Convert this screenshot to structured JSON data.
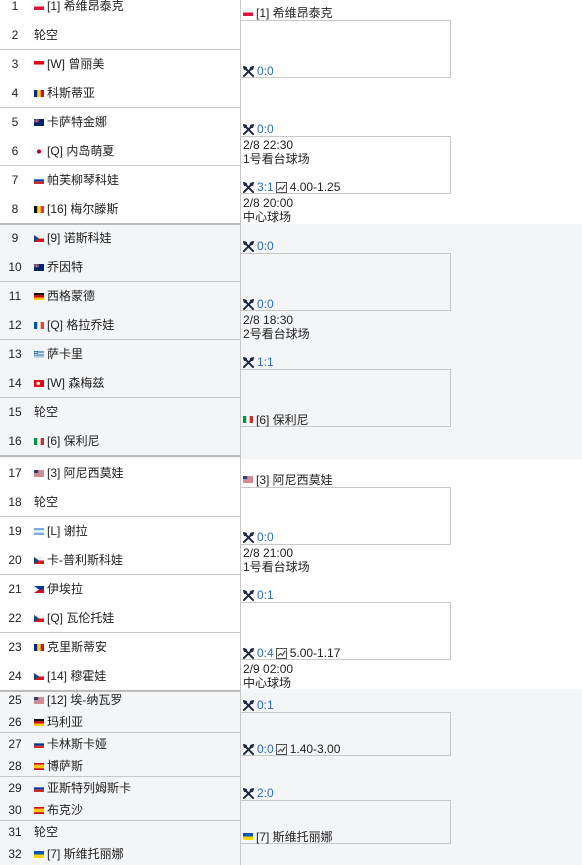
{
  "players": [
    {
      "seed": "1",
      "flag": "pl",
      "name": "[1] 希维昂泰克"
    },
    {
      "seed": "2",
      "flag": "",
      "name": "轮空"
    },
    {
      "seed": "3",
      "flag": "id",
      "name": "[W] 曾丽美"
    },
    {
      "seed": "4",
      "flag": "ro",
      "name": "科斯蒂亚"
    },
    {
      "seed": "5",
      "flag": "au",
      "name": "卡萨特金娜"
    },
    {
      "seed": "6",
      "flag": "jp",
      "name": "[Q] 内岛萌夏"
    },
    {
      "seed": "7",
      "flag": "ru",
      "name": "帕芙柳琴科娃"
    },
    {
      "seed": "8",
      "flag": "be",
      "name": "[16] 梅尔滕斯"
    },
    {
      "seed": "9",
      "flag": "cz",
      "name": "[9] 诺斯科娃"
    },
    {
      "seed": "10",
      "flag": "au",
      "name": "乔因特"
    },
    {
      "seed": "11",
      "flag": "de",
      "name": "西格蒙德"
    },
    {
      "seed": "12",
      "flag": "fr",
      "name": "[Q] 格拉乔娃"
    },
    {
      "seed": "13",
      "flag": "gr",
      "name": "萨卡里"
    },
    {
      "seed": "14",
      "flag": "tr",
      "name": "[W] 森梅兹"
    },
    {
      "seed": "15",
      "flag": "",
      "name": "轮空"
    },
    {
      "seed": "16",
      "flag": "it",
      "name": "[6] 保利尼"
    },
    {
      "seed": "17",
      "flag": "us",
      "name": "[3] 阿尼西莫娃"
    },
    {
      "seed": "18",
      "flag": "",
      "name": "轮空"
    },
    {
      "seed": "19",
      "flag": "ar",
      "name": "[L] 谢拉"
    },
    {
      "seed": "20",
      "flag": "cz",
      "name": "卡-普利斯科娃"
    },
    {
      "seed": "21",
      "flag": "ph",
      "name": "伊埃拉"
    },
    {
      "seed": "22",
      "flag": "cz",
      "name": "[Q] 瓦伦托娃"
    },
    {
      "seed": "23",
      "flag": "ro",
      "name": "克里斯蒂安"
    },
    {
      "seed": "24",
      "flag": "cz",
      "name": "[14] 穆霍娃"
    },
    {
      "seed": "25",
      "flag": "us",
      "name": "[12] 埃-纳瓦罗"
    },
    {
      "seed": "26",
      "flag": "de",
      "name": "玛利亚"
    },
    {
      "seed": "27",
      "flag": "ru",
      "name": "卡林斯卡娅"
    },
    {
      "seed": "28",
      "flag": "es",
      "name": "博萨斯"
    },
    {
      "seed": "29",
      "flag": "ru",
      "name": "亚斯特列姆斯卡"
    },
    {
      "seed": "30",
      "flag": "es",
      "name": "布克沙"
    },
    {
      "seed": "31",
      "flag": "",
      "name": "轮空"
    },
    {
      "seed": "32",
      "flag": "ua",
      "name": "[7] 斯维托丽娜"
    }
  ],
  "matches": [
    {
      "advanced": {
        "flag": "pl",
        "name": "[1] 希维昂泰克"
      }
    },
    {
      "score": "0:0"
    },
    {
      "score": "0:0",
      "date": "2/8 22:30",
      "court": "1号看台球场"
    },
    {
      "score": "3:1",
      "odds": "4.00-1.25",
      "date": "2/8 20:00",
      "court": "中心球场"
    },
    {
      "score": "0:0"
    },
    {
      "score": "0:0",
      "date": "2/8 18:30",
      "court": "2号看台球场"
    },
    {
      "score": "1:1"
    },
    {
      "advanced": {
        "flag": "it",
        "name": "[6] 保利尼"
      }
    },
    {
      "advanced": {
        "flag": "us",
        "name": "[3] 阿尼西莫娃"
      }
    },
    {
      "score": "0:0",
      "date": "2/8 21:00",
      "court": "1号看台球场"
    },
    {
      "score": "0:1"
    },
    {
      "score": "0:4",
      "odds": "5.00-1.17",
      "date": "2/9 02:00",
      "court": "中心球场"
    },
    {
      "score": "0:1"
    },
    {
      "score": "0:0",
      "odds": "1.40-3.00"
    },
    {
      "score": "2:0"
    },
    {
      "advanced": {
        "flag": "ua",
        "name": "[7] 斯维托丽娜"
      }
    }
  ],
  "colors": {
    "accent": "#2b6cc4",
    "border": "#c8c8c8",
    "band": "#f4f5f7"
  },
  "icons": {
    "score": "crossed-rackets-icon",
    "odds": "odds-chart-icon"
  }
}
